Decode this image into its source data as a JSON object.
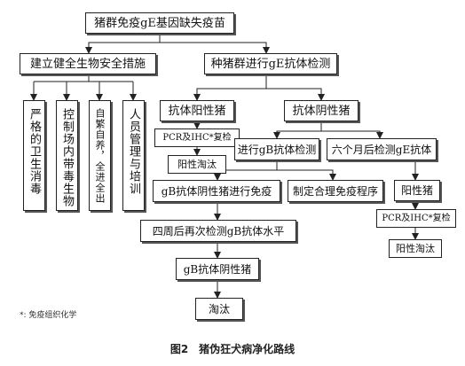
{
  "nodes": {
    "root": "猪群免疫gE基因缺失疫苗",
    "biosecurity": "建立健全生物安全措施",
    "gE_detection": "种猪群进行gE抗体检测",
    "strict_disinfection": "严格的卫生消毒",
    "control_vectors": "控制场内带毒生物",
    "self_breeding": "自繁自养，全进全出",
    "staff_training": "人员管理与培训",
    "gE_positive": "抗体阳性猪",
    "gE_negative": "抗体阴性猪",
    "pcr_ihc_left": "PCR及IHC*复检",
    "cull_positive_left": "阳性淘汰",
    "gB_detection": "进行gB抗体检测",
    "six_month_gE": "六个月后检测gE抗体",
    "gB_negative_vaccinate": "gB抗体阴性猪进行免疫",
    "immunization_program": "制定合理免疫程序",
    "positive_pig": "阳性猪",
    "recheck_4weeks": "四周后再次检测gB抗体水平",
    "pcr_ihc_right": "PCR及IHC*复检",
    "gB_negative_pig": "gB抗体阴性猪",
    "cull_positive_right": "阳性淘汰",
    "cull": "淘汰"
  },
  "footnote": "*: 免疫组织化学",
  "caption": "图2　猪伪狂犬病净化路线"
}
